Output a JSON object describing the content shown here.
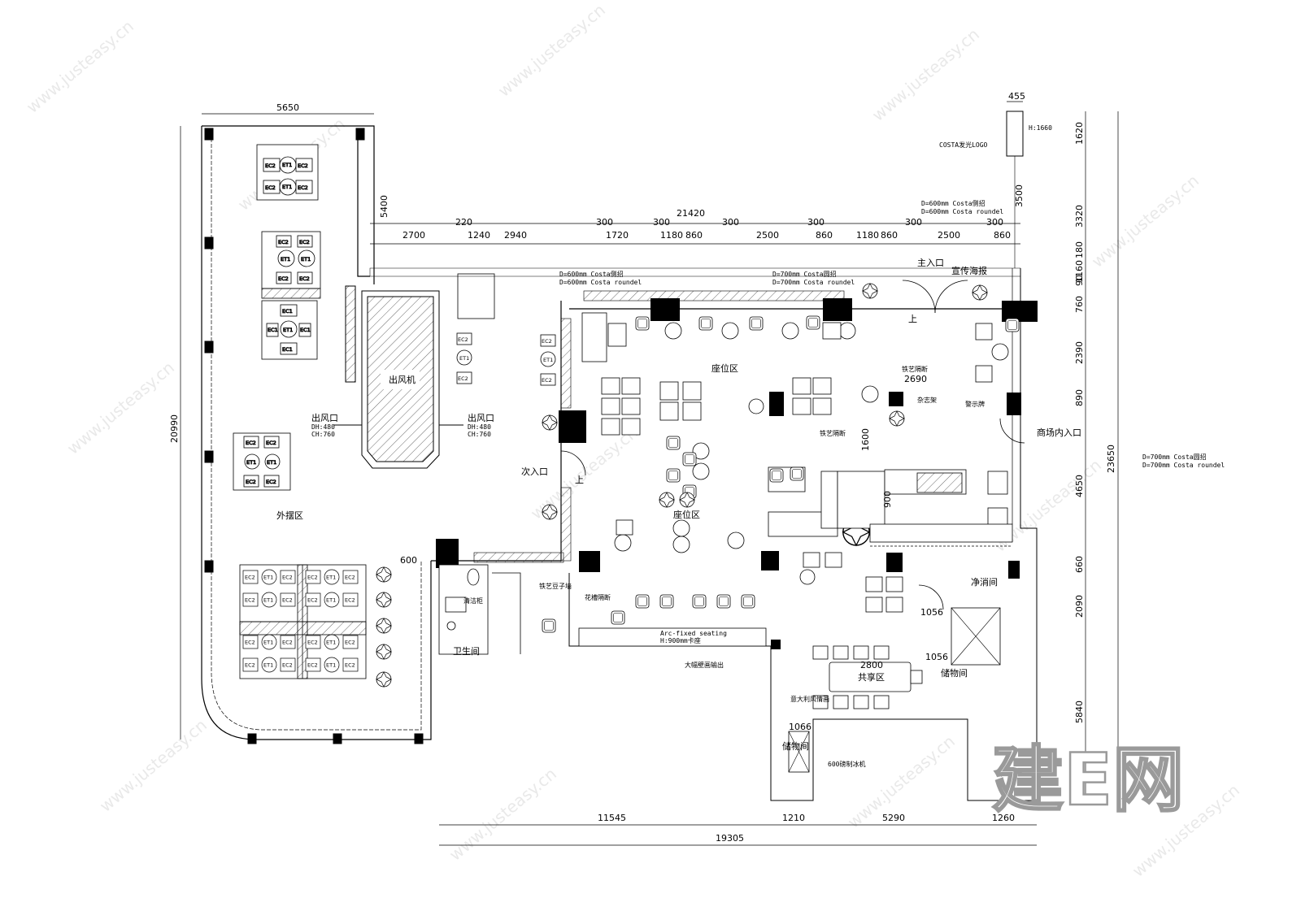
{
  "watermark": {
    "url": "www.justeasy.cn",
    "brand": "建E网"
  },
  "dimensions": {
    "outdoor_width": "5650",
    "outdoor_height": "20990",
    "vertical_5400": "5400",
    "total_top": "21420",
    "segments_top": [
      "2700",
      "220",
      "1240",
      "2940",
      "300",
      "1720",
      "300",
      "1180",
      "860",
      "300",
      "2500",
      "300",
      "860",
      "1180",
      "860",
      "300",
      "2500",
      "300",
      "860"
    ],
    "logo_width": "455",
    "logo_drop": "3500",
    "right_col": [
      "1620",
      "3320",
      "180",
      "1160",
      "90",
      "760",
      "2390",
      "890",
      "4650",
      "660",
      "2090",
      "5840"
    ],
    "right_total": "23650",
    "bottom_row": [
      "11545",
      "1210",
      "5290",
      "1260"
    ],
    "bottom_total": "19305",
    "misc": [
      "2690",
      "1600",
      "900",
      "1056",
      "1056",
      "2800",
      "1066",
      "600"
    ]
  },
  "labels": {
    "logo_height": "H:1660",
    "costa_logo": "COSTA发光LOGO",
    "side_sign_cn": "D=600mm Costa侧招",
    "side_sign_en": "D=600mm Costa roundel",
    "round_sign_cn": "D=700mm Costa圆招",
    "round_sign_en": "D=700mm Costa roundel",
    "main_entrance": "主入口",
    "poster": "宣传海报",
    "seating_area": "座位区",
    "seating_area_2": "座位区",
    "outdoor_area": "外摆区",
    "air_unit": "出风机",
    "air_outlet_left": "出风口",
    "air_outlet_right": "出风口",
    "dh": "DH:480",
    "ch": "CH:760",
    "secondary_entrance": "次入口",
    "up": "上",
    "magazine_rack": "杂志架",
    "warning_sign": "警示牌",
    "mall_entrance": "商场内入口",
    "iron_partition": "铁艺隔断",
    "iron_partition_2": "铁艺隔断",
    "iron_bean_wall": "铁艺豆子墙",
    "flower_partition": "花槽隔断",
    "cleaning_cabinet": "清洁柜",
    "restroom": "卫生间",
    "arc_seating": "Arc-fixed seating",
    "arc_seating_h": "H:900mm卡座",
    "mural": "大幅壁画输出",
    "wash_room": "净消间",
    "storage": "储物间",
    "storage_2": "储物间",
    "shared_area": "共享区",
    "italian_painting": "意大利风情画",
    "ice_machine": "600磅制冰机"
  },
  "seat_codes": {
    "chair": "EC2",
    "table": "ET1",
    "chair_alt": "EC1"
  }
}
